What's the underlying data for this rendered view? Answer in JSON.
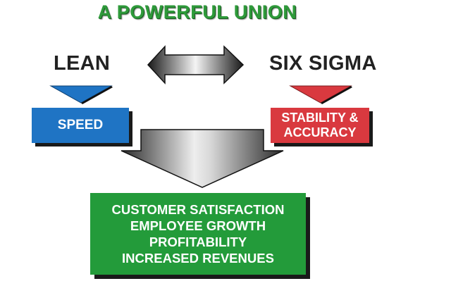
{
  "title": "A POWERFUL UNION",
  "left_method": {
    "label": "LEAN",
    "benefit": "SPEED"
  },
  "right_method": {
    "label": "SIX SIGMA",
    "benefit_lines": [
      "STABILITY &",
      "ACCURACY"
    ]
  },
  "outcomes": [
    "CUSTOMER SATISFACTION",
    "EMPLOYEE GROWTH",
    "PROFITABILITY",
    "INCREASED REVENUES"
  ],
  "colors": {
    "title_green": "#2e9a3a",
    "lean_blue": "#1f74c4",
    "sigma_red": "#d9393f",
    "outcome_green": "#239b3a"
  },
  "icons": {
    "connector": "double-headed-arrow-icon",
    "lean_pointer": "triangle-down-icon",
    "sigma_pointer": "triangle-down-icon",
    "merge": "chevron-down-arrow-icon"
  }
}
